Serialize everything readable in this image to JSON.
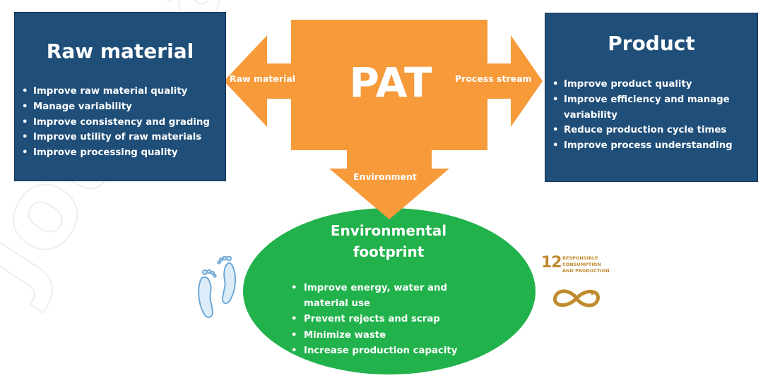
{
  "center": {
    "label": "PAT",
    "arrow_labels": {
      "left": "Raw material",
      "right": "Process stream",
      "down": "Environment"
    }
  },
  "raw_material": {
    "title": "Raw material",
    "items": [
      "Improve raw material quality",
      "Manage variability",
      "Improve consistency and grading",
      "Improve utility of raw materials",
      "Improve processing quality"
    ]
  },
  "product": {
    "title": "Product",
    "items": [
      "Improve product quality",
      "Improve efficiency and manage variability",
      "Reduce production cycle times",
      "Improve process  understanding"
    ]
  },
  "environment": {
    "title_line1": "Environmental",
    "title_line2": "footprint",
    "items": [
      "Improve energy, water and material use",
      "Prevent rejects and scrap",
      "Minimize waste",
      "Increase production capacity"
    ]
  },
  "sdg_icon": {
    "number": "12",
    "line1": "RESPONSIBLE",
    "line2": "CONSUMPTION",
    "line3": "AND PRODUCTION",
    "icon": "infinity-loop-icon"
  },
  "feet_icon": "footprints-icon",
  "bullet": "•",
  "watermark": "Journal Pre-proof",
  "colors": {
    "box_blue": "#1f4e79",
    "arrow_orange": "#f79a3a",
    "ellipse_green": "#21b24b",
    "sdg_gold": "#bf8b2e",
    "feet_blue": "#7fb6e0"
  }
}
